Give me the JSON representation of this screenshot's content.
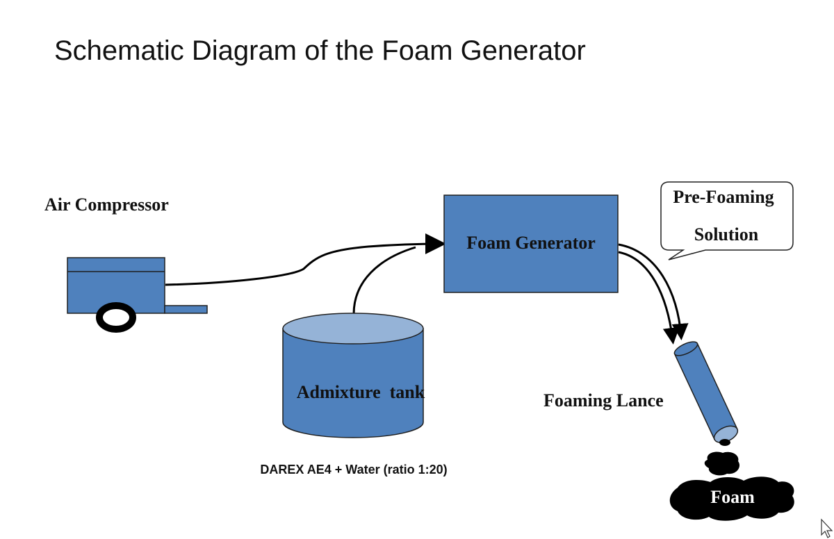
{
  "title": "Schematic Diagram of the Foam Generator",
  "labels": {
    "air_compressor": "Air Compressor",
    "foam_generator": "Foam Generator",
    "admixture_tank": "Admixture  tank",
    "admixture_note": "DAREX AE4 + Water (ratio 1:20)",
    "callout_line1": "Pre-Foaming",
    "callout_line2": "Solution",
    "foaming_lance": "Foaming Lance",
    "foam": "Foam"
  },
  "colors": {
    "component_fill": "#4f81bd",
    "component_stroke": "#1f1f1f",
    "tank_top": "#95b3d7",
    "foam": "#000000",
    "line": "#000000"
  },
  "icons": {
    "cursor": "mouse-pointer-icon"
  }
}
